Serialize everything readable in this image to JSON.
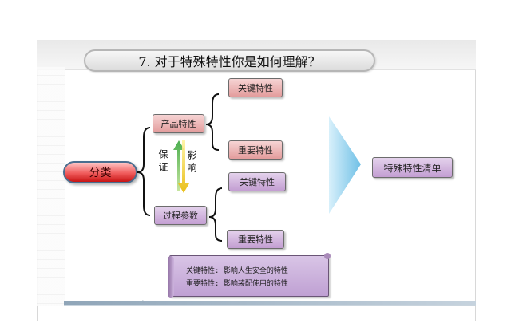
{
  "title": "7. 对于特殊特性你是如何理解？",
  "root": {
    "label": "分类"
  },
  "branches": [
    {
      "label": "产品特性",
      "children": [
        "关键特性",
        "重要特性"
      ]
    },
    {
      "label": "过程参数",
      "children": [
        "关键特性",
        "重要特性"
      ]
    }
  ],
  "relation": {
    "up_label": "影响",
    "down_label": "保证"
  },
  "result": {
    "label": "特殊特性清单"
  },
  "note": {
    "line1": "关键特性: 影响人生安全的特性",
    "line2": "重要特性: 影响装配使用的特性"
  },
  "footer_mark": "u",
  "colors": {
    "pink_node": "#e39c9c",
    "purple_node": "#c39ed2",
    "root": "#f05c5c",
    "arrow": "#87cbe8"
  }
}
